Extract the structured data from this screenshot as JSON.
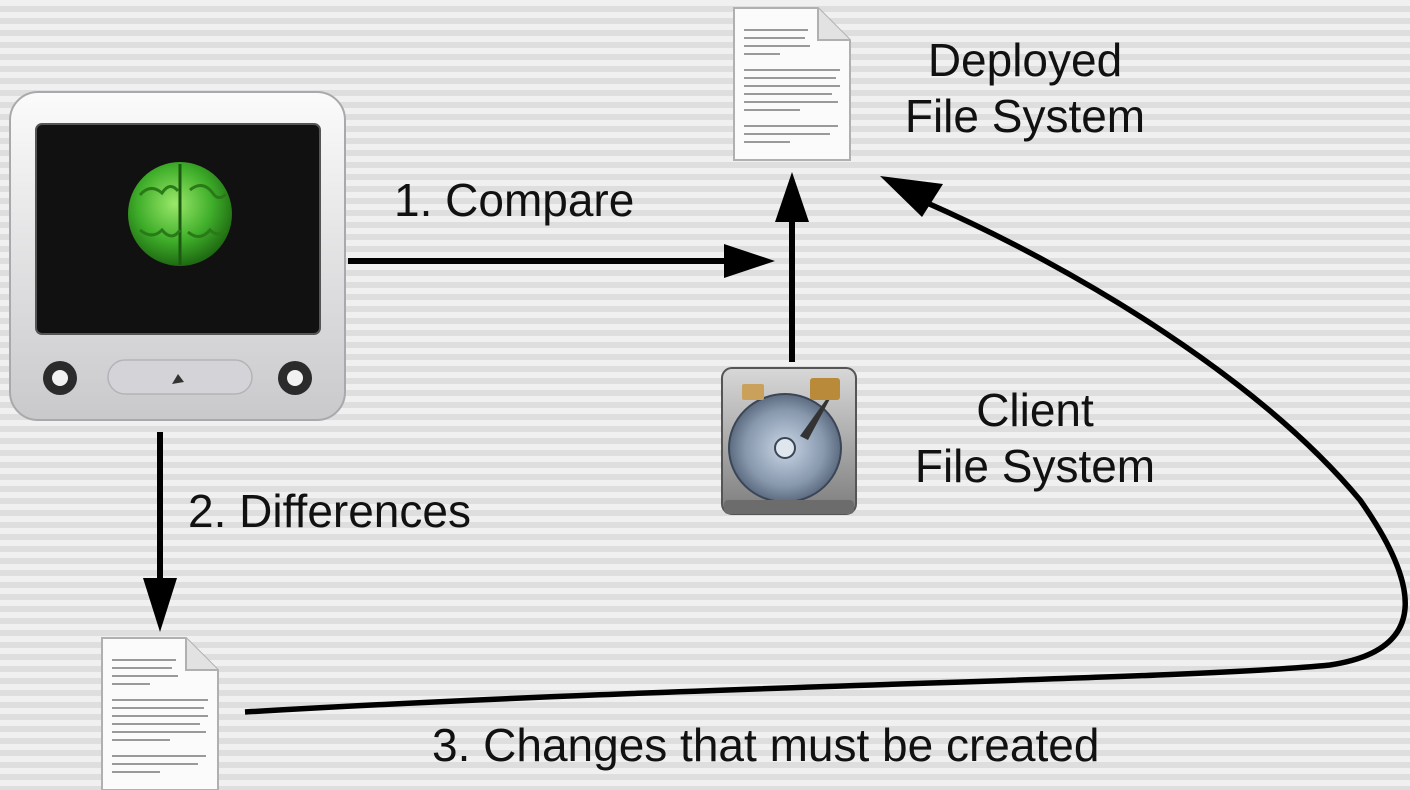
{
  "deployed": {
    "line1": "Deployed",
    "line2": "File System"
  },
  "client": {
    "line1": "Client",
    "line2": "File System"
  },
  "steps": {
    "compare": "1. Compare",
    "differences": "2. Differences",
    "changes": "3. Changes that must be created"
  },
  "icons": {
    "computer": "brain-computer-icon",
    "deployed_doc": "document-icon",
    "client_disk": "hard-drive-icon",
    "diff_doc": "document-icon"
  },
  "colors": {
    "background": "#e9e9e9",
    "arrow": "#000000",
    "screen": "#111111",
    "brain": "#3fae2a"
  }
}
